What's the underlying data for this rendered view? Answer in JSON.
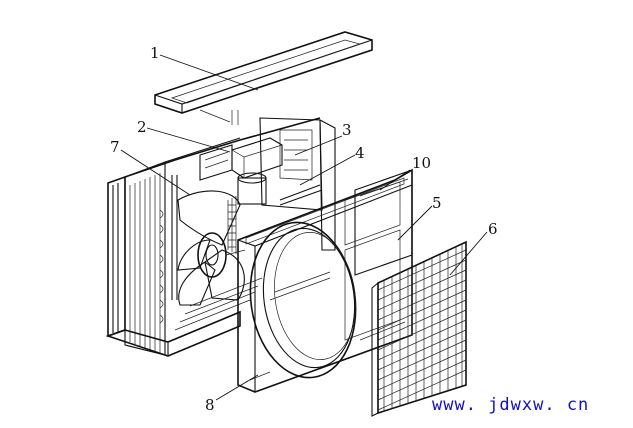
{
  "labels": {
    "l1": "1",
    "l2": "2",
    "l3": "3",
    "l4": "4",
    "l5": "5",
    "l6": "6",
    "l7": "7",
    "l8": "8",
    "l10": "10"
  },
  "watermark": "www. jdwxw. cn",
  "colors": {
    "line": "#111111",
    "watermark": "#1010c8",
    "background": "#ffffff"
  }
}
